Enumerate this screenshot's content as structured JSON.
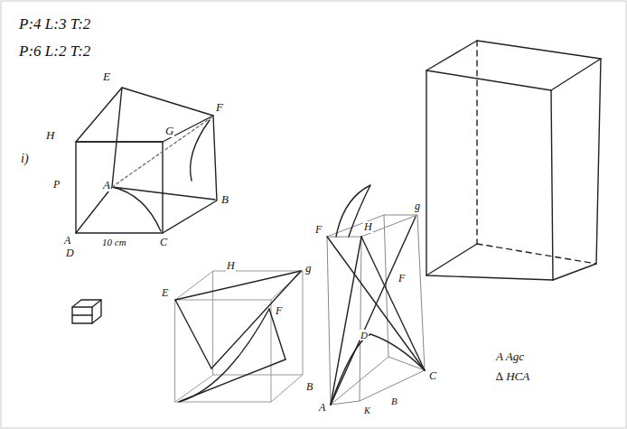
{
  "diagram": {
    "labels": [
      "P:4 L:3 T:2",
      "P:6 L:2 T:2",
      "E",
      "H",
      "G",
      "F",
      "i)",
      "P",
      "A",
      "B",
      "A",
      "D",
      "10 cm",
      "C",
      "H",
      "g",
      "E",
      "F",
      "B",
      "F",
      "g",
      "F",
      "H",
      "D",
      "C",
      "A",
      "K",
      "B",
      "A Agc",
      "∆ HCA"
    ]
  }
}
